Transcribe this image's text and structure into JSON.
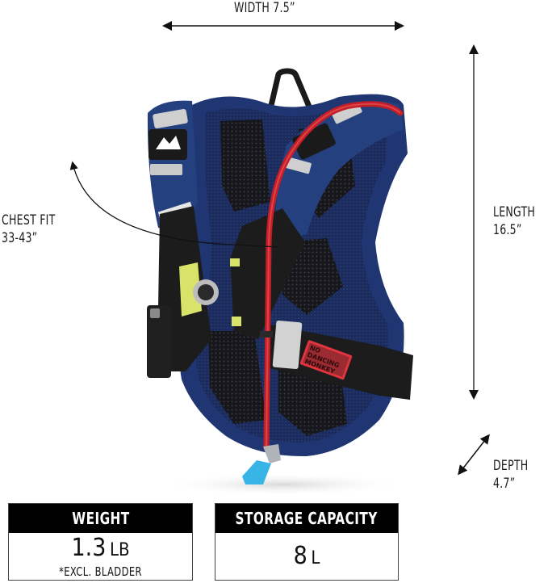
{
  "dimensions": {
    "width": {
      "label": "WIDTH 7.5”"
    },
    "chest_fit": {
      "title": "CHEST FIT",
      "value": "33-43”"
    },
    "length": {
      "title": "LENGTH",
      "value": "16.5”"
    },
    "depth": {
      "title": "DEPTH",
      "value": "4.7”"
    }
  },
  "product": {
    "patch_text": [
      "NO",
      "DANCING",
      "MONKEY"
    ],
    "colors": {
      "navy": "#1f3673",
      "mesh": "#1c1c22",
      "tube": "#d0202a",
      "reflective": "#c9c9c9",
      "accent_yellow": "#d9e36a",
      "bite_valve": "#39b4e6",
      "patch": "#e0343e"
    }
  },
  "specs": {
    "weight": {
      "header": "WEIGHT",
      "value": "1.3",
      "unit": "LB",
      "note": "*EXCL. BLADDER"
    },
    "storage": {
      "header": "STORAGE CAPACITY",
      "value": "8",
      "unit": "L"
    }
  }
}
